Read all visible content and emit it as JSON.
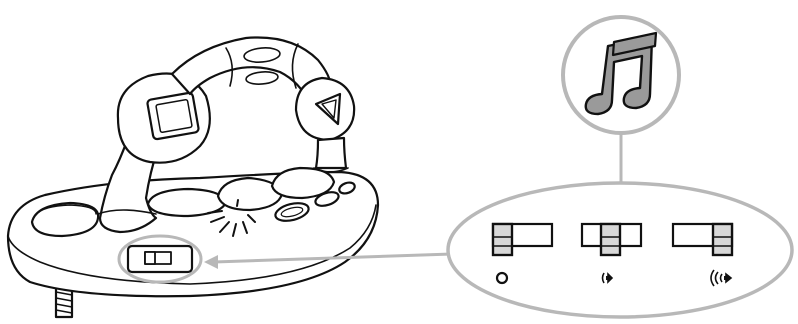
{
  "diagram": {
    "subject": "toy-volume-switch-instructions",
    "switch_positions": [
      {
        "id": "off",
        "icon": "circle-off-icon"
      },
      {
        "id": "low",
        "icon": "speaker-low-volume-icon"
      },
      {
        "id": "high",
        "icon": "speaker-high-volume-icon"
      }
    ],
    "music_icon": "music-note-icon",
    "colors": {
      "stroke": "#111111",
      "callout_gray": "#b8b8b8",
      "callout_fill": "#ffffff",
      "note_gray": "#9a9a9a"
    }
  }
}
